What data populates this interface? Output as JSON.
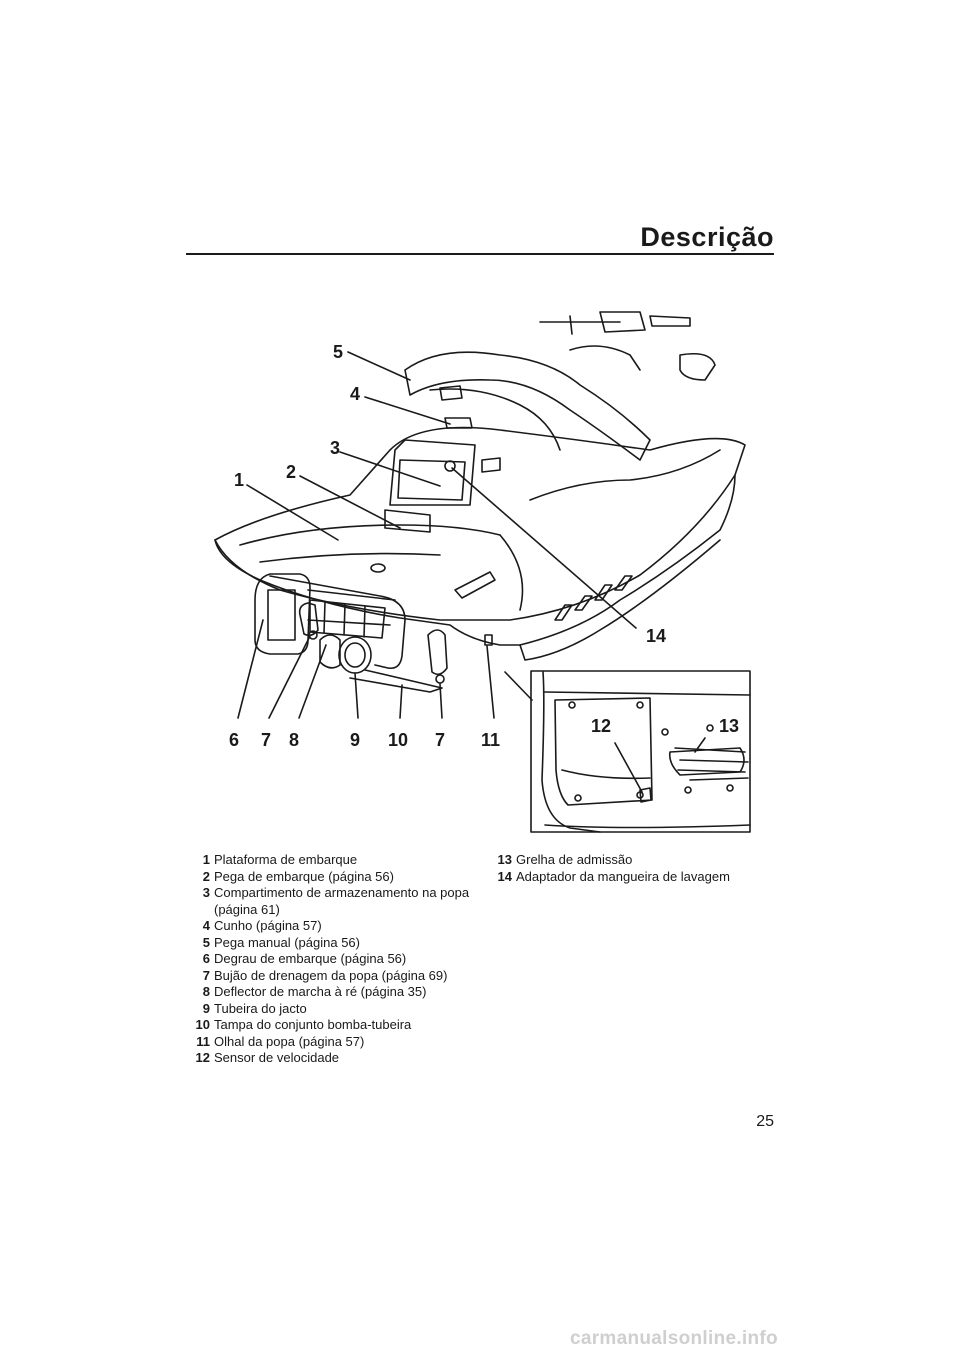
{
  "header": {
    "title": "Descrição"
  },
  "figure": {
    "callouts": [
      "1",
      "2",
      "3",
      "4",
      "5",
      "6",
      "7",
      "8",
      "9",
      "10",
      "7",
      "11",
      "12",
      "13",
      "14"
    ]
  },
  "legend": {
    "left": [
      {
        "num": "1",
        "text": "Plataforma de embarque"
      },
      {
        "num": "2",
        "text": "Pega de embarque (página 56)"
      },
      {
        "num": "3",
        "text": "Compartimento de armazenamento na popa (página 61)"
      },
      {
        "num": "4",
        "text": "Cunho (página 57)"
      },
      {
        "num": "5",
        "text": "Pega manual (página 56)"
      },
      {
        "num": "6",
        "text": "Degrau de embarque (página 56)"
      },
      {
        "num": "7",
        "text": "Bujão de drenagem da popa (página 69)"
      },
      {
        "num": "8",
        "text": "Deflector de marcha à ré (página 35)"
      },
      {
        "num": "9",
        "text": "Tubeira do jacto"
      },
      {
        "num": "10",
        "text": "Tampa do conjunto bomba-tubeira"
      },
      {
        "num": "11",
        "text": "Olhal da popa (página 57)"
      },
      {
        "num": "12",
        "text": "Sensor de velocidade"
      }
    ],
    "right": [
      {
        "num": "13",
        "text": "Grelha de admissão"
      },
      {
        "num": "14",
        "text": "Adaptador da mangueira de lavagem"
      }
    ]
  },
  "footer": {
    "page_number": "25",
    "watermark": "carmanualsonline.info"
  }
}
